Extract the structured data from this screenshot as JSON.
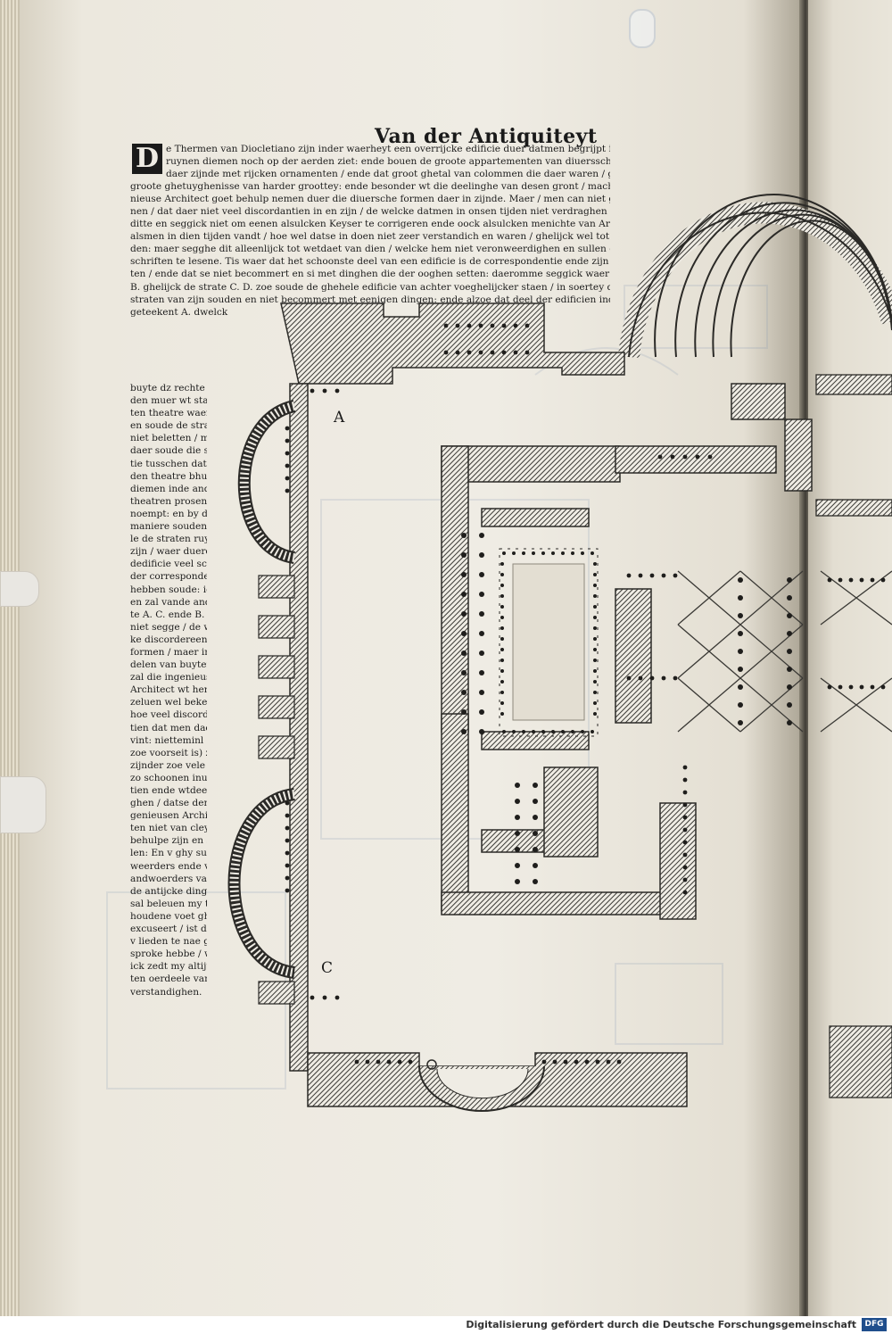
{
  "page": {
    "title": "Van der Antiquiteyt",
    "drop_cap": "D",
    "body_lines": [
      "e Thermen van Diocletiano zijn inder waerheyt een overrijcke edificie duer datmen begrijpt inde",
      "ruynen diemen noch op der aerden ziet: ende bouen de groote appartementen van diuersscher formen",
      "daer zijnde met rijcken ornamenten / ende dat groot ghetal van colommen die daer waren / ghenen",
      "groote ghetuyghenisse van harder groottey: ende besonder wt die deelinghe van desen gront / mach de inge-",
      "nieuse Architect goet behulp nemen duer die diuersche formen daer in zijnde. Maer / men can niet gelooche-",
      "nen / dat daer niet veel discordantien in en zijn / de welcke datmen in onsen tijden niet verdraghen en soude: en",
      "ditte en seggick niet om eenen alsulcken Keyser te corrigeren ende oock alsulcken menichte van Architecten",
      "alsmen in dien tijden vandt / hoe wel datse in doen niet zeer verstandich en waren / ghelijck wel tot anderen tij-",
      "den: maer segghe dit alleenlijck tot wetdaet van dien / welcke hem niet veronweerdighen en sullen dese myne",
      "schriften te lesene. Tis waer dat het schoonste deel van een edificie is de correspondentie ende zijn toebehoor",
      "ten / ende dat se niet becommert en si met dinghen die der ooghen setten: daeromme seggick waer de strate A.",
      "B. ghelijck de strate C. D. zoe soude de ghehele edificie van achter voeghelijcker staen / in soertey dat alle de",
      "straten van zijn souden en niet becommert met eenigen dingen: ende alzoe dat deel der edificien inden middest",
      "geteekent A. dwelck"
    ],
    "column_lines": [
      "buyte dz rechte va",
      "den muer wt staet",
      "ten theatre waerts /",
      "en soude de strate",
      "niet beletten / maer",
      "daer soude die spa",
      "tie tusschen dat en",
      "den theatre bhuen",
      "diemen inde ande",
      "theatren proseniu",
      "noempt: en by dier",
      "maniere souden al",
      "le de straten ruym",
      "zijn / waer duere dz",
      "dedificie veel scoo",
      "der correspondetie",
      "hebben soude: ick",
      "en zal vande andes",
      "te A. C. ende B. D.",
      "niet segge / de welc",
      "ke discordereen van",
      "formen / maer inde",
      "delen van buyten",
      "zal die ingenieuse",
      "Architect wt hem",
      "zeluen wel bekenne",
      "hoe veel discordan",
      "tien dat men daer",
      "vint: nietteminl (al",
      "zoe voorseit is) zo",
      "zijnder zoe vele en",
      "zo schoonen inuen",
      "tien ende wtdeelin",
      "ghen / datse den in",
      "genieusen Architec",
      "ten niet van cleyne",
      "behulpe zijn en sul",
      "len: En v ghy sulti",
      "weerders ende vers",
      "andwoerders vande",
      "de antijcke dingen /",
      "sal beleuen my te",
      "houdene voet ghe",
      "excuseert / ist dz ick",
      "v lieden te nae ghe",
      "sproke hebbe / wat",
      "ick zedt my altijts",
      "ten oerdeele vande",
      "verstandighen."
    ],
    "plan_labels": {
      "a": "A",
      "c": "C"
    }
  },
  "footer": {
    "credit": "Digitalisierung gefördert durch die Deutsche Forschungsgemeinschaft",
    "logo": "DFG"
  },
  "colors": {
    "paper": "#efece4",
    "ink": "#1d1d1d",
    "hatch": "#5c5a55",
    "bleed": "#9fb0c6"
  }
}
